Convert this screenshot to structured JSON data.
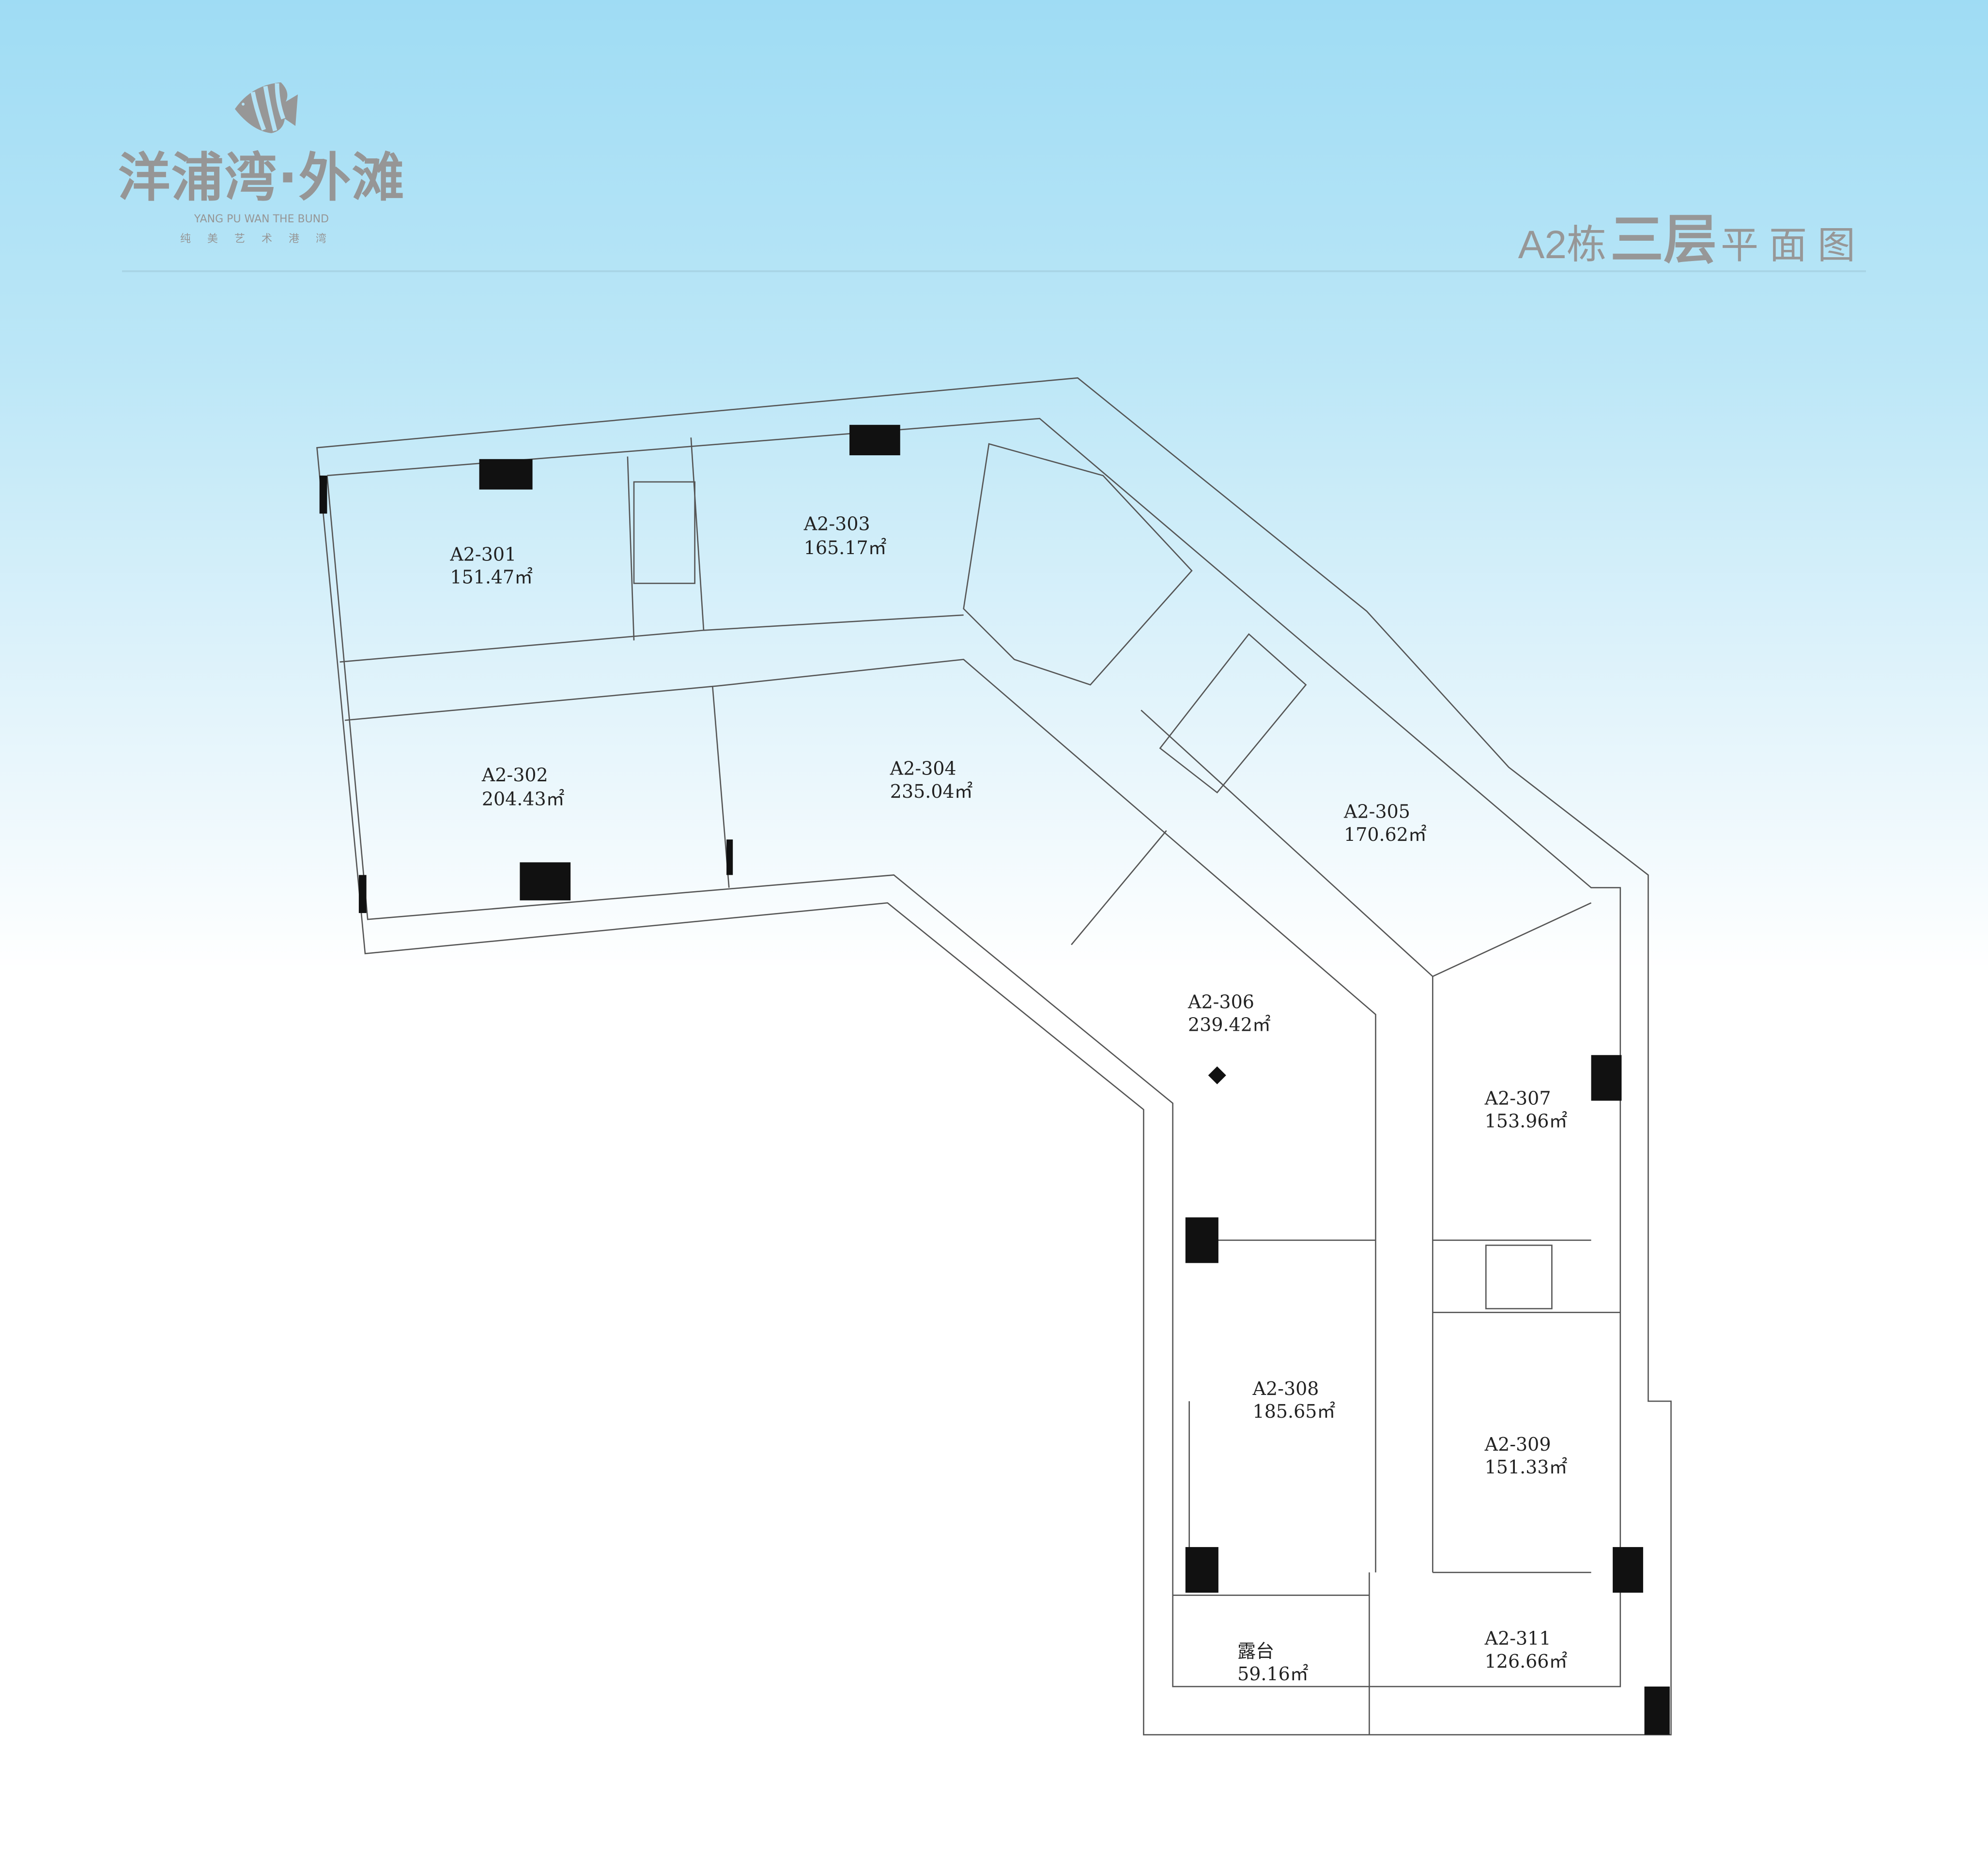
{
  "logo": {
    "name_cn": "洋浦湾·外滩",
    "name_en": "YANG PU WAN THE BUND",
    "slogan": "纯美艺术港湾"
  },
  "title": {
    "building": "A2栋",
    "floor": "三层",
    "suffix": "平面图"
  },
  "rooms": [
    {
      "id": "A2-301",
      "area": "151.47㎡"
    },
    {
      "id": "A2-302",
      "area": "204.43㎡"
    },
    {
      "id": "A2-303",
      "area": "165.17㎡"
    },
    {
      "id": "A2-304",
      "area": "235.04㎡"
    },
    {
      "id": "A2-305",
      "area": "170.62㎡"
    },
    {
      "id": "A2-306",
      "area": "239.42㎡"
    },
    {
      "id": "A2-307",
      "area": "153.96㎡"
    },
    {
      "id": "A2-308",
      "area": "185.65㎡"
    },
    {
      "id": "A2-309",
      "area": "151.33㎡"
    },
    {
      "id": "露台",
      "area": "59.16㎡"
    },
    {
      "id": "A2-311",
      "area": "126.66㎡"
    }
  ],
  "colors": {
    "text": "#979797",
    "wall": "#111111",
    "line": "#555555"
  }
}
